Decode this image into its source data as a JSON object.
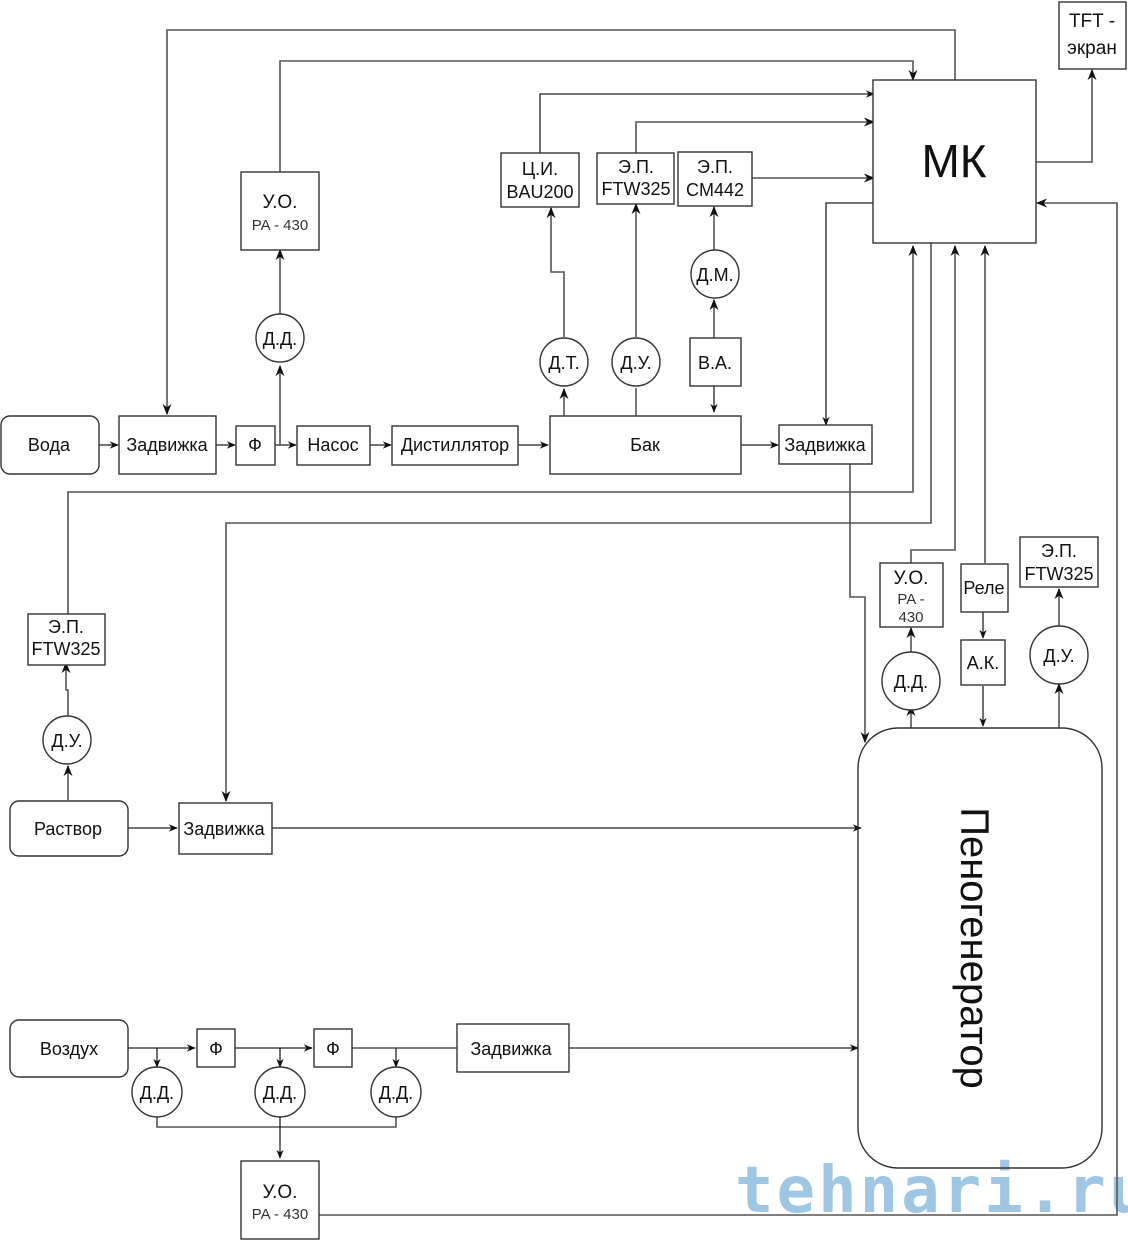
{
  "diagram": {
    "title": "Структурная схема пеногенератора",
    "nodes": {
      "mk": "МК",
      "tft_line1": "TFT -",
      "tft_line2": "экран",
      "voda": "Вода",
      "zadvizhka_water": "Задвижка",
      "filter_water": "Ф",
      "nasos": "Насос",
      "distillyator": "Дистиллятор",
      "bak": "Бак",
      "zadvizhka_tank": "Задвижка",
      "uo_top_line1": "У.О.",
      "uo_top_line2": "PA - 430",
      "dd_water": "Д.Д.",
      "ci_line1": "Ц.И.",
      "ci_line2": "BAU200",
      "ep_tank_line1": "Э.П.",
      "ep_tank_line2": "FTW325",
      "ep_cm_line1": "Э.П.",
      "ep_cm_line2": "CM442",
      "dt": "Д.Т.",
      "du_tank": "Д.У.",
      "dm": "Д.М.",
      "va": "В.А.",
      "ep_sol_line1": "Э.П.",
      "ep_sol_line2": "FTW325",
      "du_sol": "Д.У.",
      "rastvor": "Раствор",
      "zadvizhka_sol": "Задвижка",
      "uo_pg_line1": "У.О.",
      "uo_pg_line2": "PA -",
      "uo_pg_line3": "430",
      "dd_pg": "Д.Д.",
      "rele": "Реле",
      "ak": "А.К.",
      "ep_pg_line1": "Э.П.",
      "ep_pg_line2": "FTW325",
      "du_pg": "Д.У.",
      "penogenerator": "Пеногенератор",
      "vozduh": "Воздух",
      "filter_air_1": "Ф",
      "filter_air_2": "Ф",
      "zadvizhka_air": "Задвижка",
      "dd_air_1": "Д.Д.",
      "dd_air_2": "Д.Д.",
      "dd_air_3": "Д.Д.",
      "uo_air_line1": "У.О.",
      "uo_air_line2": "PA - 430"
    },
    "watermark": "tehnari.ru",
    "colors": {
      "line": "#555555",
      "box_stroke": "#333333",
      "watermark": "#7fb3da"
    }
  }
}
